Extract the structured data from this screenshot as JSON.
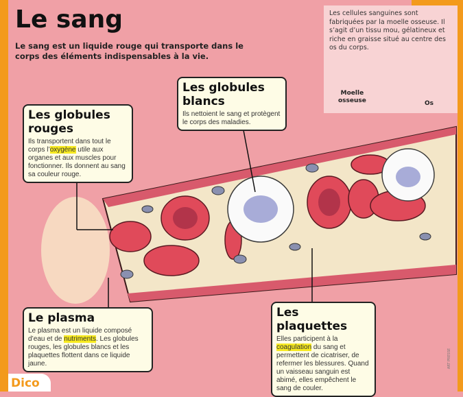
{
  "header": {
    "title": "Le sang",
    "subtitle": "Le sang est un liquide rouge qui transporte dans le corps des éléments indispensables à la vie."
  },
  "inset": {
    "text": "Les cellules sanguines sont fabriquées par la moelle osseuse. Il s’agit d’un tissu mou, gélatineux et riche en graisse situé au centre des os du corps.",
    "label_marrow_1": "Moelle",
    "label_marrow_2": "osseuse",
    "label_bone": "Os"
  },
  "boxes": {
    "red_cells": {
      "title": "Les globules rouges",
      "before": "Ils transportent dans tout le corps l’",
      "highlight": "oxygène",
      "after": " utile aux organes et aux muscles pour fonctionner. Ils donnent au sang sa couleur rouge."
    },
    "white_cells": {
      "title": "Les globules blancs",
      "text": "Ils nettoient le sang et protègent le corps des maladies."
    },
    "plasma": {
      "title": "Le plasma",
      "before": "Le plasma est un liquide composé d’eau et de ",
      "highlight": "nutriments",
      "after": ". Les globules rouges, les globules blancs et les plaquettes flottent dans ce liquide jaune."
    },
    "platelets": {
      "title": "Les plaquettes",
      "before": "Elles participent à la ",
      "highlight": "coagulation",
      "after": " du sang et permettent de cicatriser, de refermer les blessures. Quand un vaisseau sanguin est abimé, elles empêchent le sang de couler."
    }
  },
  "footer": {
    "tab": "Dico",
    "credit": "ART PRESSE"
  },
  "colors": {
    "background": "#f0a0a6",
    "frame": "#f39a1c",
    "box": "#fefce6",
    "highlight": "#f7ea20",
    "red_cell": "#e04a5a"
  }
}
